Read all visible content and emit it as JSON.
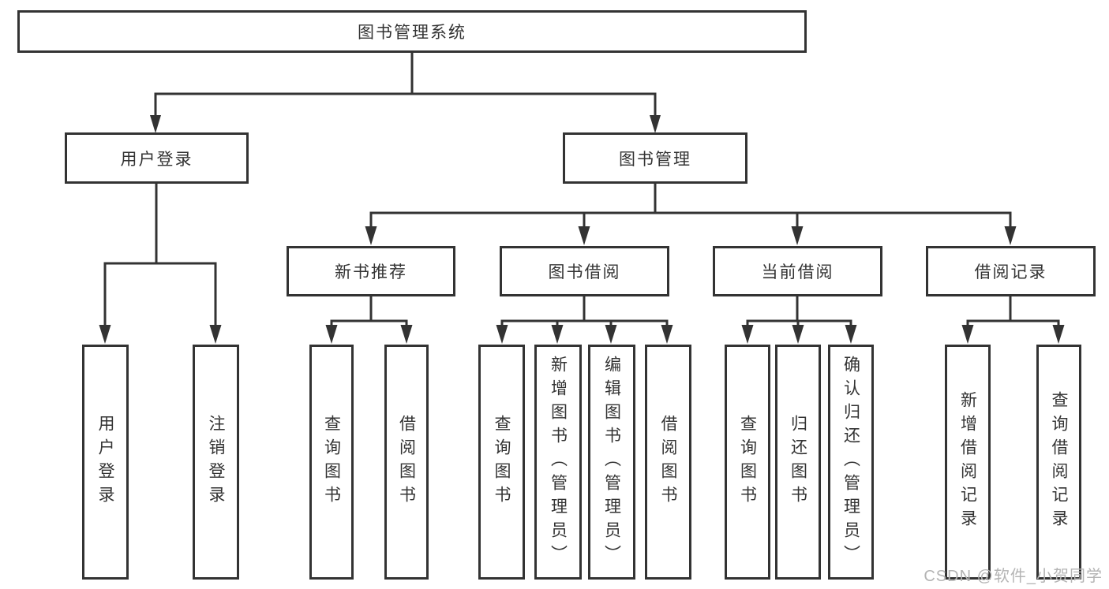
{
  "root": {
    "label": "图书管理系统"
  },
  "level2": {
    "user_login": {
      "label": "用户登录"
    },
    "book_mgmt": {
      "label": "图书管理"
    }
  },
  "level3": {
    "new_books": {
      "label": "新书推荐"
    },
    "borrowing": {
      "label": "图书借阅"
    },
    "current": {
      "label": "当前借阅"
    },
    "records": {
      "label": "借阅记录"
    }
  },
  "leaves": {
    "user_login": [
      "用户登录",
      "注销登录"
    ],
    "new_books": [
      "查询图书",
      "借阅图书"
    ],
    "borrowing": [
      "查询图书",
      "新增图书（管理员）",
      "编辑图书（管理员）",
      "借阅图书"
    ],
    "current": [
      "查询图书",
      "归还图书",
      "确认归还（管理员）"
    ],
    "records": [
      "新增借阅记录",
      "查询借阅记录"
    ]
  },
  "watermark": "CSDN @软件_小贺同学",
  "colors": {
    "line": "#333333",
    "box_border": "#333333",
    "box_fill": "#ffffff",
    "text": "#333333",
    "watermark": "#b4b4b4"
  }
}
